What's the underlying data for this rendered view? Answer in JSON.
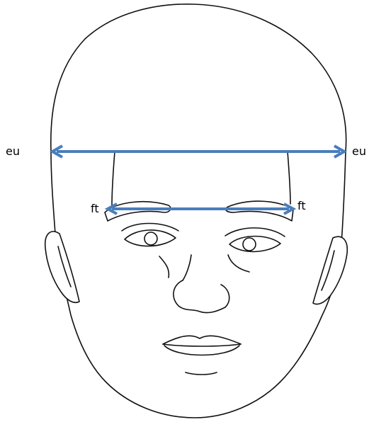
{
  "labels": {
    "eu_left": "eu",
    "eu_right": "eu",
    "ft_left": "ft",
    "ft_right": "ft"
  },
  "colors": {
    "measure_line": "#4a7ebb",
    "outline": "#111111"
  }
}
